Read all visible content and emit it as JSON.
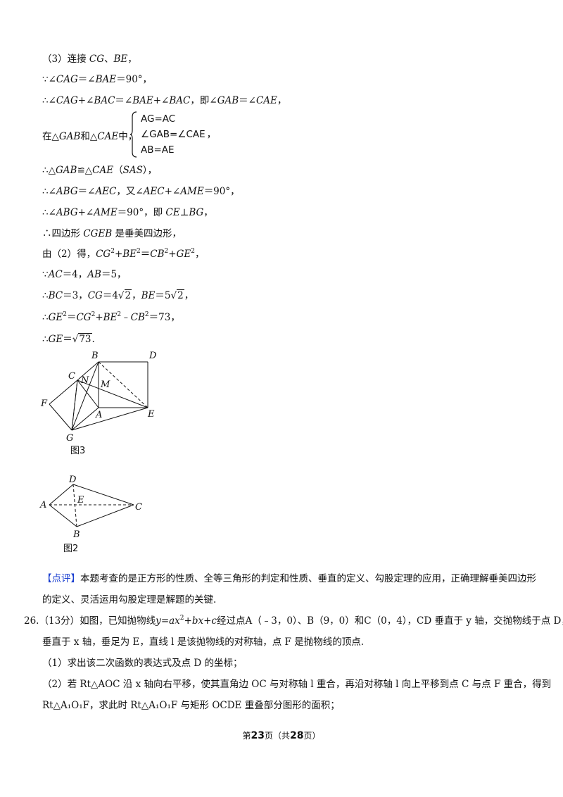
{
  "lines": {
    "l1": "（3）连接",
    "l1a": "CG",
    "l1b": "、",
    "l1c": "BE",
    "l1d": "，",
    "because1": "∵",
    "therefore": "∴"
  },
  "brace": {
    "label_pre": "在△",
    "label_gab": "GAB",
    "label_mid": "和△",
    "label_cae": "CAE",
    "label_post": "中，",
    "item1": "AG=AC",
    "item2": "∠GAB=∠CAE",
    "item2_comma": "，",
    "item3": "AB=AE"
  },
  "figure3": {
    "caption": "图3",
    "labels": {
      "B": "B",
      "D": "D",
      "C": "C",
      "N": "N",
      "M": "M",
      "F": "F",
      "A": "A",
      "E": "E",
      "G": "G"
    }
  },
  "figure2": {
    "caption": "图2",
    "labels": {
      "D": "D",
      "E": "E",
      "A": "A",
      "C": "C",
      "B": "B"
    }
  },
  "comment": {
    "tag": "【点评】",
    "text1": "本题考查的是正方形的性质、全等三角形的判定和性质、垂直的定义、勾股定理的应用，正确理解垂美四边形",
    "text2": "的定义、灵活运用勾股定理是解题的关键."
  },
  "q26": {
    "num": "26.",
    "score": "（13分）如图，已知抛物线",
    "t_after_eq": "经过点",
    "pointA": "A（﹣3，0）、",
    "pointB": "B（9，0）和",
    "pointC": "C（0，4），",
    "cd": "CD 垂直于 y 轴，交抛物线于点 D，DE",
    "line2": "垂直于 x 轴，垂足为 E，直线 l 是该抛物线的对称轴，点 F 是抛物线的顶点.",
    "part1": "（1）求出该二次函数的表达式及点 D 的坐标；",
    "part2a": "（2）若 Rt△AOC 沿 x 轴向右平移，使其直角边 OC 与对称轴 l 重合，再沿对称轴 l 向上平移到点 C 与点 F 重合，得到",
    "part2b": "Rt△A₁O₁F，求此时 Rt△A₁O₁F 与矩形 OCDE 重叠部分图形的面积；"
  },
  "footer": {
    "pre": "第",
    "page": "23",
    "mid": "页（共",
    "total": "28",
    "post": "页）"
  }
}
